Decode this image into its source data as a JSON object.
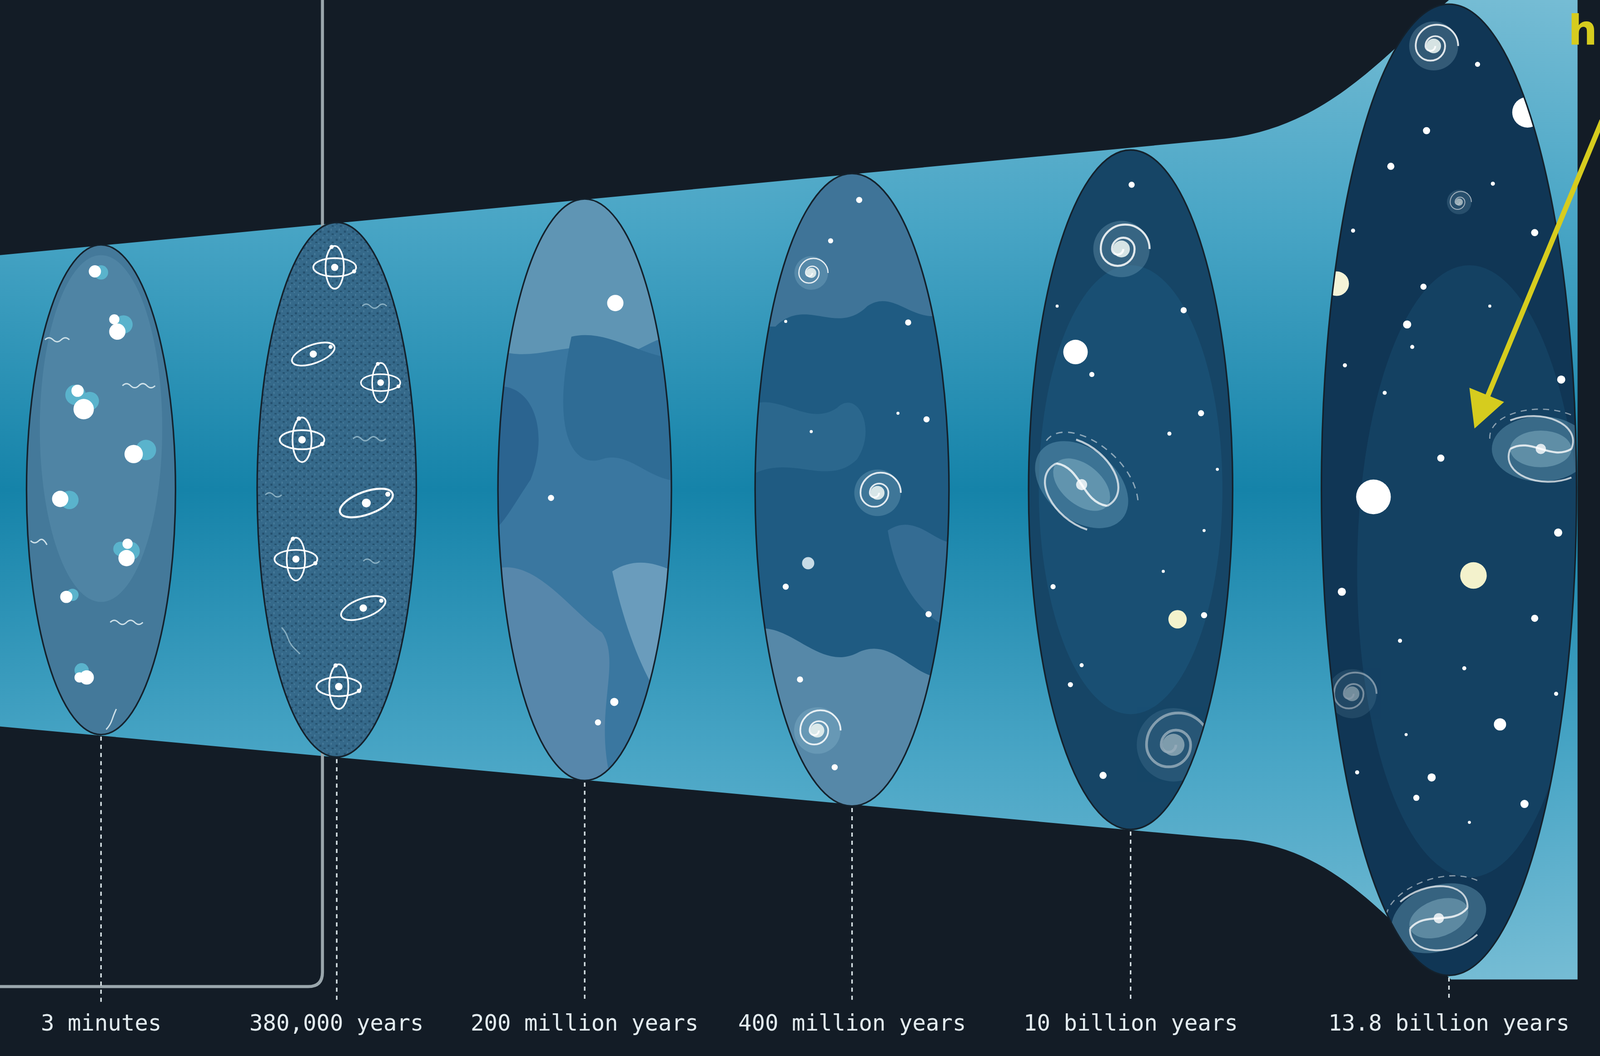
{
  "diagram": {
    "labels": [
      "3 minutes",
      "380,000 years",
      "200 million years",
      "400 million years",
      "10 billion years",
      "13.8 billion years",
      "h"
    ]
  }
}
